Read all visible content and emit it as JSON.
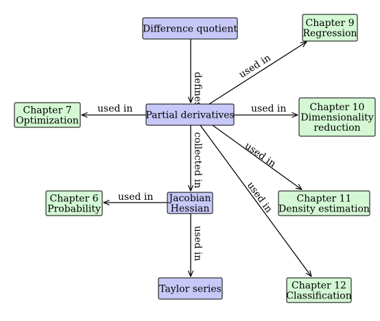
{
  "colors": {
    "concept_fill": "#c8c8f8",
    "chapter_fill": "#d4f7d4",
    "stroke": "#000000",
    "background": "#ffffff"
  },
  "nodes": {
    "difference_quotient": {
      "lines": [
        "Difference quotient"
      ],
      "kind": "concept"
    },
    "partial_derivatives": {
      "lines": [
        "Partial derivatives"
      ],
      "kind": "concept"
    },
    "jacobian_hessian": {
      "lines": [
        "Jacobian",
        "Hessian"
      ],
      "kind": "concept"
    },
    "taylor_series": {
      "lines": [
        "Taylor series"
      ],
      "kind": "concept"
    },
    "chapter_9": {
      "lines": [
        "Chapter 9",
        "Regression"
      ],
      "kind": "chapter"
    },
    "chapter_7": {
      "lines": [
        "Chapter 7",
        "Optimization"
      ],
      "kind": "chapter"
    },
    "chapter_10": {
      "lines": [
        "Chapter 10",
        "Dimensionality",
        "reduction"
      ],
      "kind": "chapter"
    },
    "chapter_11": {
      "lines": [
        "Chapter 11",
        "Density estimation"
      ],
      "kind": "chapter"
    },
    "chapter_6": {
      "lines": [
        "Chapter 6",
        "Probability"
      ],
      "kind": "chapter"
    },
    "chapter_12": {
      "lines": [
        "Chapter 12",
        "Classification"
      ],
      "kind": "chapter"
    }
  },
  "edges": [
    {
      "from": "difference_quotient",
      "to": "partial_derivatives",
      "label": "defines"
    },
    {
      "from": "partial_derivatives",
      "to": "chapter_9",
      "label": "used in"
    },
    {
      "from": "partial_derivatives",
      "to": "chapter_7",
      "label": "used in"
    },
    {
      "from": "partial_derivatives",
      "to": "chapter_10",
      "label": "used in"
    },
    {
      "from": "partial_derivatives",
      "to": "chapter_11",
      "label": "used in"
    },
    {
      "from": "partial_derivatives",
      "to": "jacobian_hessian",
      "label": "collected in"
    },
    {
      "from": "partial_derivatives",
      "to": "chapter_12",
      "label": "used in"
    },
    {
      "from": "jacobian_hessian",
      "to": "chapter_6",
      "label": "used in"
    },
    {
      "from": "jacobian_hessian",
      "to": "taylor_series",
      "label": "used in"
    }
  ]
}
